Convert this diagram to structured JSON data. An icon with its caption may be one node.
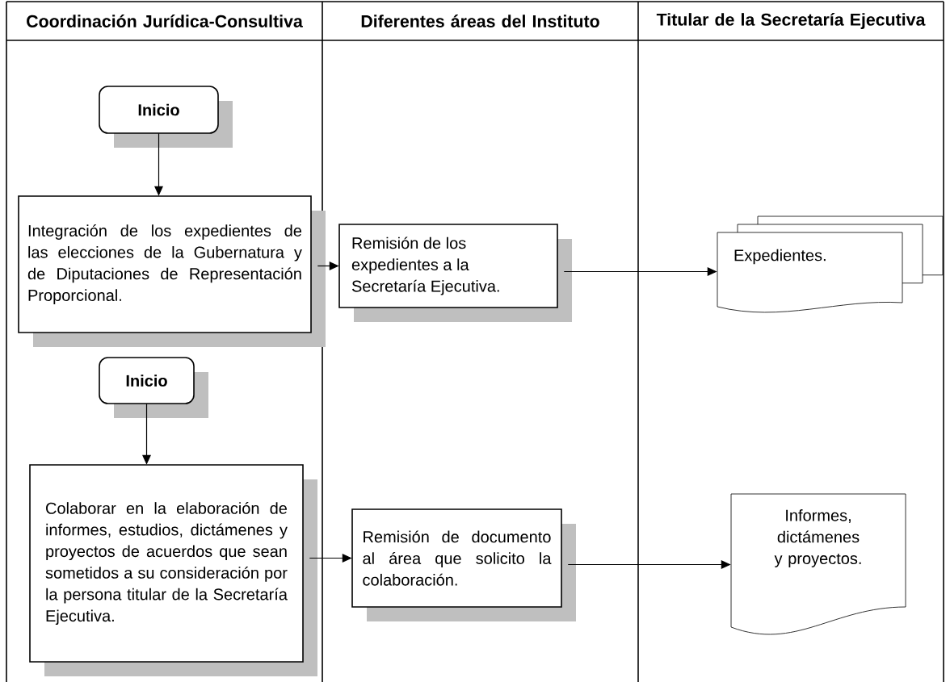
{
  "diagram": {
    "nodes": [
      {
        "text": [
          "Inicio"
        ]
      },
      {
        "text": [
          "Integración de los expedientes de las elecciones de la Gubernatura y de Diputaciones de Representación Proporcional."
        ]
      },
      {
        "text": [
          "Remisión de los expedientes a la Secretaría Ejecutiva."
        ]
      },
      {
        "text": [
          "Expedientes."
        ]
      },
      {
        "text": [
          "Inicio"
        ]
      },
      {
        "text": [
          "Colaborar en la elaboración de informes, estudios, dictámenes y proyectos de acuerdos que sean sometidos a su consideración por la persona titular de la Secretaría Ejecutiva."
        ]
      },
      {
        "text": [
          "Remisión de documento al área que solicito la colaboración."
        ]
      },
      {
        "text": [
          "Informes, dictámenes y proyectos."
        ]
      }
    ],
    "edges": [
      {
        "from": 0,
        "to": 1,
        "arrow": "to"
      },
      {
        "from": 1,
        "to": 2,
        "arrow": "to"
      },
      {
        "from": 2,
        "to": 3,
        "arrow": "to"
      },
      {
        "from": 4,
        "to": 5,
        "arrow": "to"
      },
      {
        "from": 5,
        "to": 6,
        "arrow": "to"
      },
      {
        "from": 6,
        "to": 7,
        "arrow": "to"
      }
    ],
    "labels": [
      "Coordinación Jurídica-Consultiva",
      "Diferentes áreas del Instituto",
      "Titular de la Secretaría Ejecutiva"
    ]
  }
}
